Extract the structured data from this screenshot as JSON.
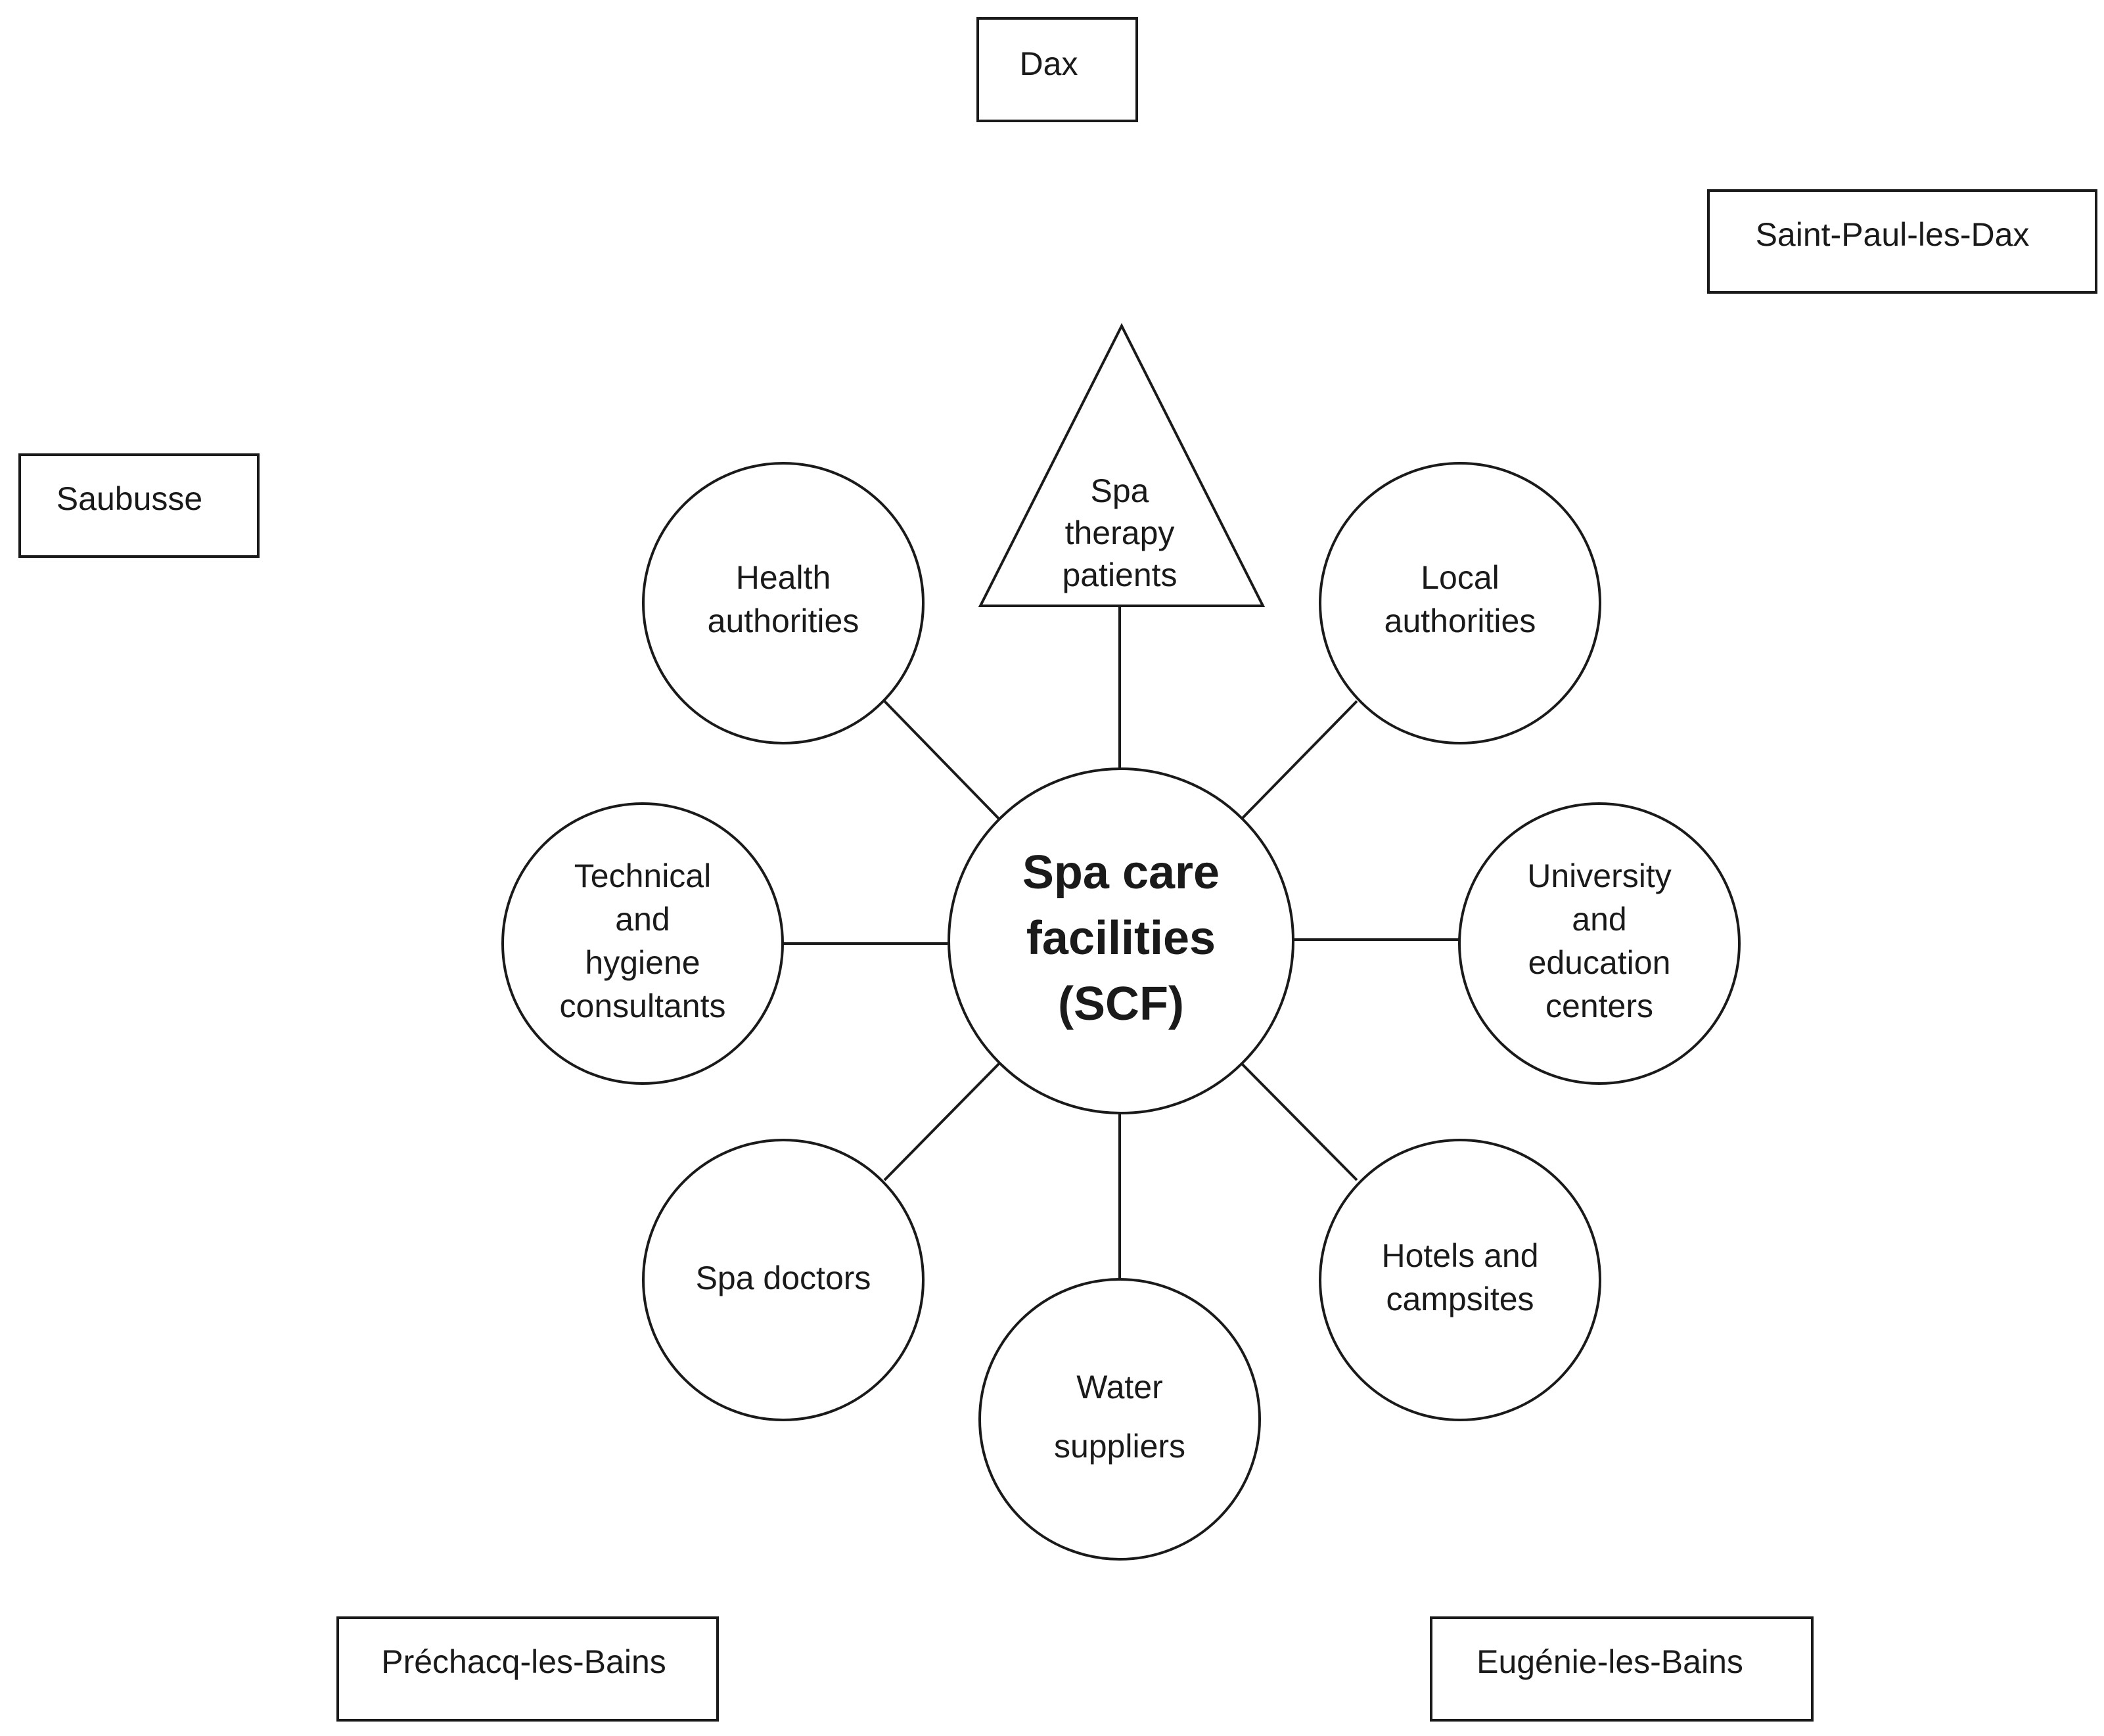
{
  "locations": {
    "dax": "Dax",
    "saint_paul": "Saint-Paul-les-Dax",
    "saubusse": "Saubusse",
    "prechacq": "Préchacq-les-Bains",
    "eugenie": "Eugénie-les-Bains"
  },
  "center": {
    "lines": [
      "Spa care",
      "facilities",
      "(SCF)"
    ]
  },
  "nodes": {
    "patients": {
      "lines": [
        "Spa",
        "therapy",
        "patients"
      ]
    },
    "health": {
      "lines": [
        "Health",
        "authorities"
      ]
    },
    "local": {
      "lines": [
        "Local",
        "authorities"
      ]
    },
    "technical": {
      "lines": [
        "Technical",
        "and",
        "hygiene",
        "consultants"
      ]
    },
    "university": {
      "lines": [
        "University",
        "and",
        "education",
        "centers"
      ]
    },
    "doctors": {
      "lines": [
        "Spa doctors"
      ]
    },
    "hotels": {
      "lines": [
        "Hotels and",
        "campsites"
      ]
    },
    "water": {
      "lines": [
        "Water",
        "suppliers"
      ]
    }
  }
}
